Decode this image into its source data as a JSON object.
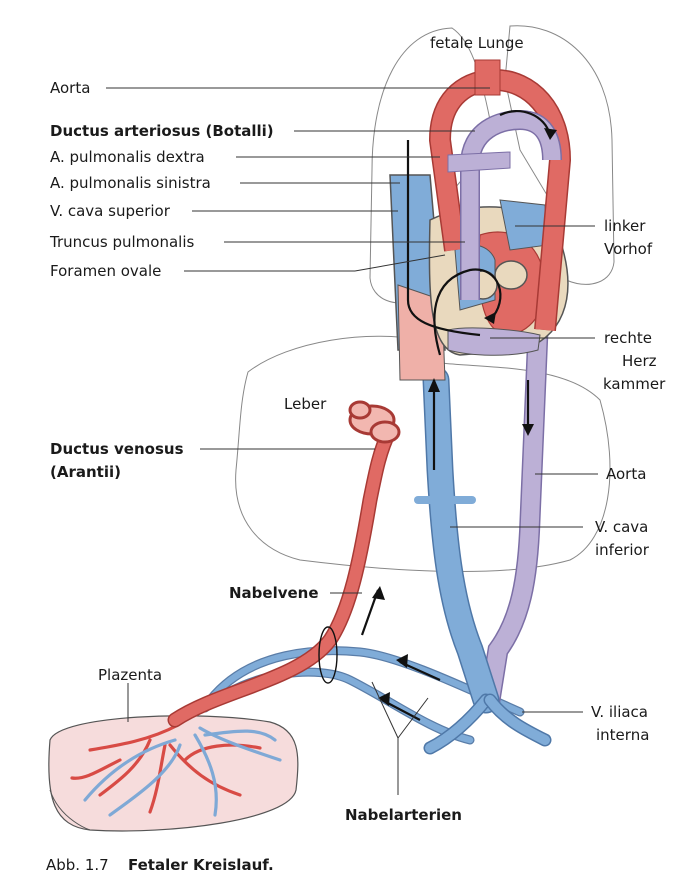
{
  "colors": {
    "oxygenated": "#e06a64",
    "deoxygenated": "#80acd8",
    "mixed": "#bcb0d6",
    "pink_mix": "#efb0a8",
    "heart_wall": "#e9d9be",
    "placenta": "#f6dcdc",
    "outline": "#555555"
  },
  "labels": {
    "fetale_lunge": "fetale Lunge",
    "aorta_top": "Aorta",
    "ductus_arteriosus": "Ductus arteriosus (Botalli)",
    "a_pulm_dextra": "A. pulmonalis dextra",
    "a_pulm_sinistra": "A. pulmonalis sinistra",
    "v_cava_sup": "V. cava superior",
    "truncus_pulm": "Truncus pulmonalis",
    "foramen_ovale": "Foramen ovale",
    "linker_vorhof_1": "linker",
    "linker_vorhof_2": "Vorhof",
    "rechte_kammer_1": "rechte",
    "rechte_kammer_2": "Herz",
    "rechte_kammer_3": "kammer",
    "leber": "Leber",
    "ductus_venosus_1": "Ductus venosus",
    "ductus_venosus_2": "(Arantii)",
    "aorta_lower": "Aorta",
    "v_cava_inf_1": "V. cava",
    "v_cava_inf_2": "inferior",
    "nabelvene": "Nabelvene",
    "plazenta": "Plazenta",
    "v_iliaca_1": "V. iliaca",
    "v_iliaca_2": "interna",
    "nabelarterien": "Nabelarterien"
  },
  "caption": {
    "prefix": "Abb. 1.7",
    "title": "Fetaler Kreislauf."
  }
}
